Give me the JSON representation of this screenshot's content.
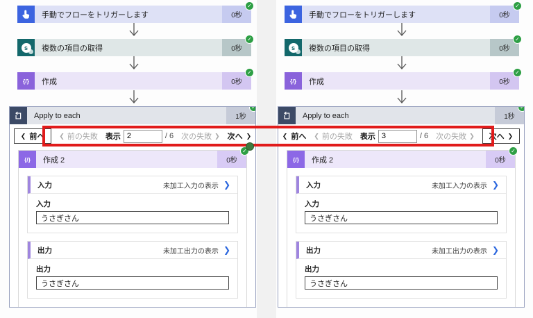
{
  "icons": {
    "check": "✓",
    "chevron_left": "❮",
    "chevron_right": "❯",
    "compose_glyph": "{/}",
    "sharepoint_glyph": "s"
  },
  "colors": {
    "annotation_red": "#e11b1b",
    "handle_green": "#3f7b40",
    "trigger_blue": "#3c64e0",
    "sharepoint_teal": "#13686b",
    "compose_purple": "#8a63db",
    "loop_slate": "#3c4a66",
    "success_green": "#2e9f45"
  },
  "panels": [
    {
      "steps": [
        {
          "label": "手動でフローをトリガーします",
          "duration": "0秒"
        },
        {
          "label": "複数の項目の取得",
          "duration": "0秒"
        },
        {
          "label": "作成",
          "duration": "0秒"
        }
      ],
      "loop": {
        "title": "Apply to each",
        "duration": "1秒",
        "pagination": {
          "prev": "前へ",
          "prev_failure": "前の失敗",
          "display_label": "表示",
          "current": "2",
          "total": "/ 6",
          "next_failure": "次の失敗",
          "next": "次へ"
        },
        "compose": {
          "title": "作成 2",
          "duration": "0秒",
          "sections": [
            {
              "title": "入力",
              "link": "未加工入力の表示",
              "field_label": "入力",
              "value": "うさぎさん"
            },
            {
              "title": "出力",
              "link": "未加工出力の表示",
              "field_label": "出力",
              "value": "うさぎさん"
            }
          ]
        }
      }
    },
    {
      "steps": [
        {
          "label": "手動でフローをトリガーします",
          "duration": "0秒"
        },
        {
          "label": "複数の項目の取得",
          "duration": "0秒"
        },
        {
          "label": "作成",
          "duration": "0秒"
        }
      ],
      "loop": {
        "title": "Apply to each",
        "duration": "1秒",
        "pagination": {
          "prev": "前へ",
          "prev_failure": "前の失敗",
          "display_label": "表示",
          "current": "3",
          "total": "/ 6",
          "next_failure": "次の失敗",
          "next": "次へ"
        },
        "compose": {
          "title": "作成 2",
          "duration": "0秒",
          "sections": [
            {
              "title": "入力",
              "link": "未加工入力の表示",
              "field_label": "入力",
              "value": "うさぎさん"
            },
            {
              "title": "出力",
              "link": "未加工出力の表示",
              "field_label": "出力",
              "value": "うさぎさん"
            }
          ]
        }
      }
    }
  ]
}
